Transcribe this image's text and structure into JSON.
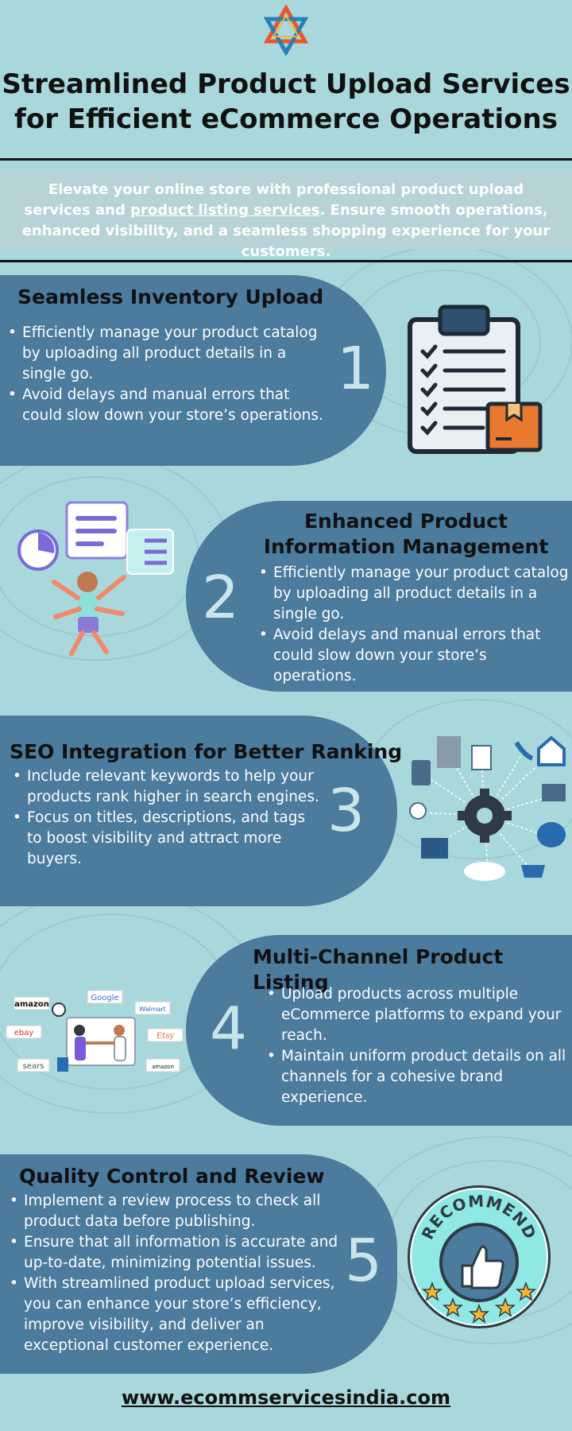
{
  "header": {
    "title_line1": "Streamlined Product Upload Services",
    "title_line2": "for Efficient eCommerce Operations"
  },
  "intro": {
    "part1": "Elevate your online store with professional product upload services and ",
    "link_text": "product listing services",
    "part2": ". Ensure smooth operations, enhanced visibility, and a seamless shopping experience for your customers."
  },
  "sections": [
    {
      "number": "1",
      "title": "Seamless Inventory Upload",
      "bullets": [
        "Efficiently manage your product catalog by uploading all product details in a single go.",
        "Avoid delays and manual errors that could slow down your store’s operations."
      ]
    },
    {
      "number": "2",
      "title": "Enhanced Product Information Management",
      "bullets": [
        "Efficiently manage your product catalog by uploading all product details in a single go.",
        "Avoid delays and manual errors that could slow down your store’s operations."
      ]
    },
    {
      "number": "3",
      "title": "SEO Integration for Better Ranking",
      "bullets": [
        "Include relevant keywords to help your products rank higher in search engines.",
        "Focus on titles, descriptions, and tags to boost visibility and attract more buyers."
      ]
    },
    {
      "number": "4",
      "title": "Multi-Channel Product Listing",
      "bullets": [
        "Upload products across multiple eCommerce platforms to expand your reach.",
        "Maintain uniform product details on all channels for a cohesive brand experience."
      ]
    },
    {
      "number": "5",
      "title": "Quality Control and Review",
      "bullets": [
        "Implement a review process to check all product data before publishing.",
        "Ensure that all information is accurate and up-to-date, minimizing potential issues.",
        "With streamlined product upload services, you can enhance your store’s efficiency, improve visibility, and deliver an exceptional customer experience."
      ]
    }
  ],
  "marketplaces": [
    "amazon",
    "Google",
    "Walmart",
    "ebay",
    "Etsy",
    "sears",
    "amazon"
  ],
  "badge_text": "RECOMMEND",
  "footer": {
    "url": "www.ecommservicesindia.com"
  },
  "colors": {
    "background": "#a9d8dc",
    "panel": "#4b7b9d",
    "intro_band": "#b8d3d8",
    "number": "#c8e6ea"
  },
  "icons": [
    "star-of-david-logo-icon",
    "clipboard-checklist-icon",
    "multitasking-person-icon",
    "network-gear-icon",
    "marketplace-handshake-icon",
    "recommend-thumbs-up-icon"
  ]
}
